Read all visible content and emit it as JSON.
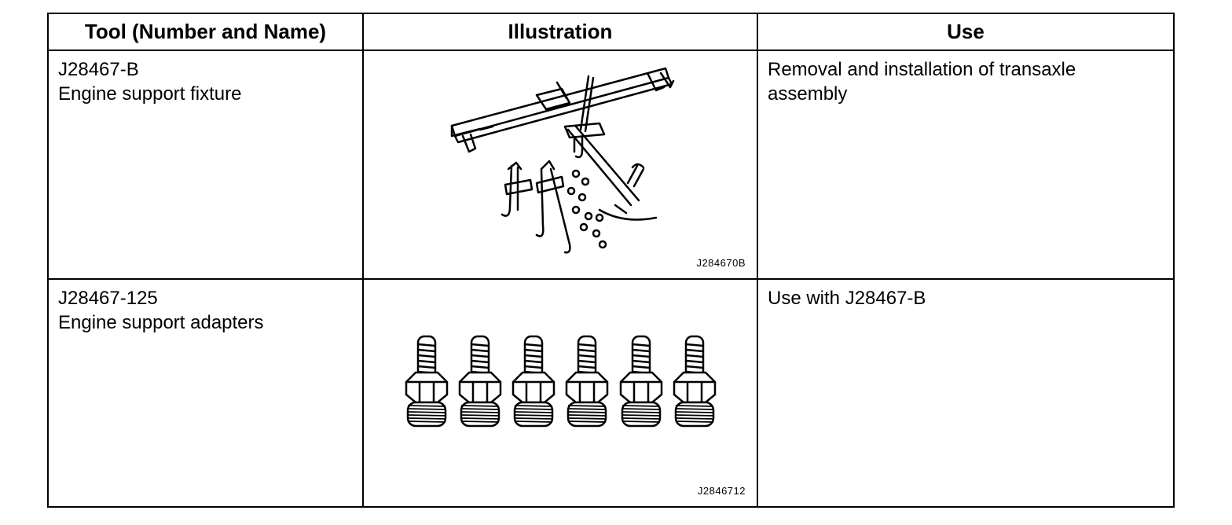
{
  "table": {
    "headers": {
      "tool": "Tool (Number and Name)",
      "illustration": "Illustration",
      "use": "Use"
    },
    "rows": [
      {
        "tool_number": "J28467-B",
        "tool_name": "Engine support fixture",
        "illustration_code": "J284670B",
        "illustration_icon": "engine-support-fixture-icon",
        "use_line1": "Removal and installation of transaxle",
        "use_line2": "assembly"
      },
      {
        "tool_number": "J28467-125",
        "tool_name": "Engine support adapters",
        "illustration_code": "J2846712",
        "illustration_icon": "engine-support-adapters-icon",
        "use_line1": "Use with J28467-B",
        "use_line2": ""
      }
    ]
  }
}
